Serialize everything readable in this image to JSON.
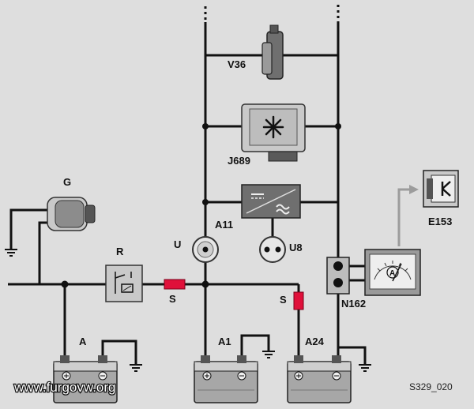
{
  "labels": {
    "G": "G",
    "R": "R",
    "A": "A",
    "A1": "A1",
    "A24": "A24",
    "S1": "S",
    "S2": "S",
    "U": "U",
    "U8": "U8",
    "A11": "A11",
    "J689": "J689",
    "V36": "V36",
    "N162": "N162",
    "E153": "E153"
  },
  "watermark": "www.furgovw.org",
  "figure_code": "S329_020"
}
